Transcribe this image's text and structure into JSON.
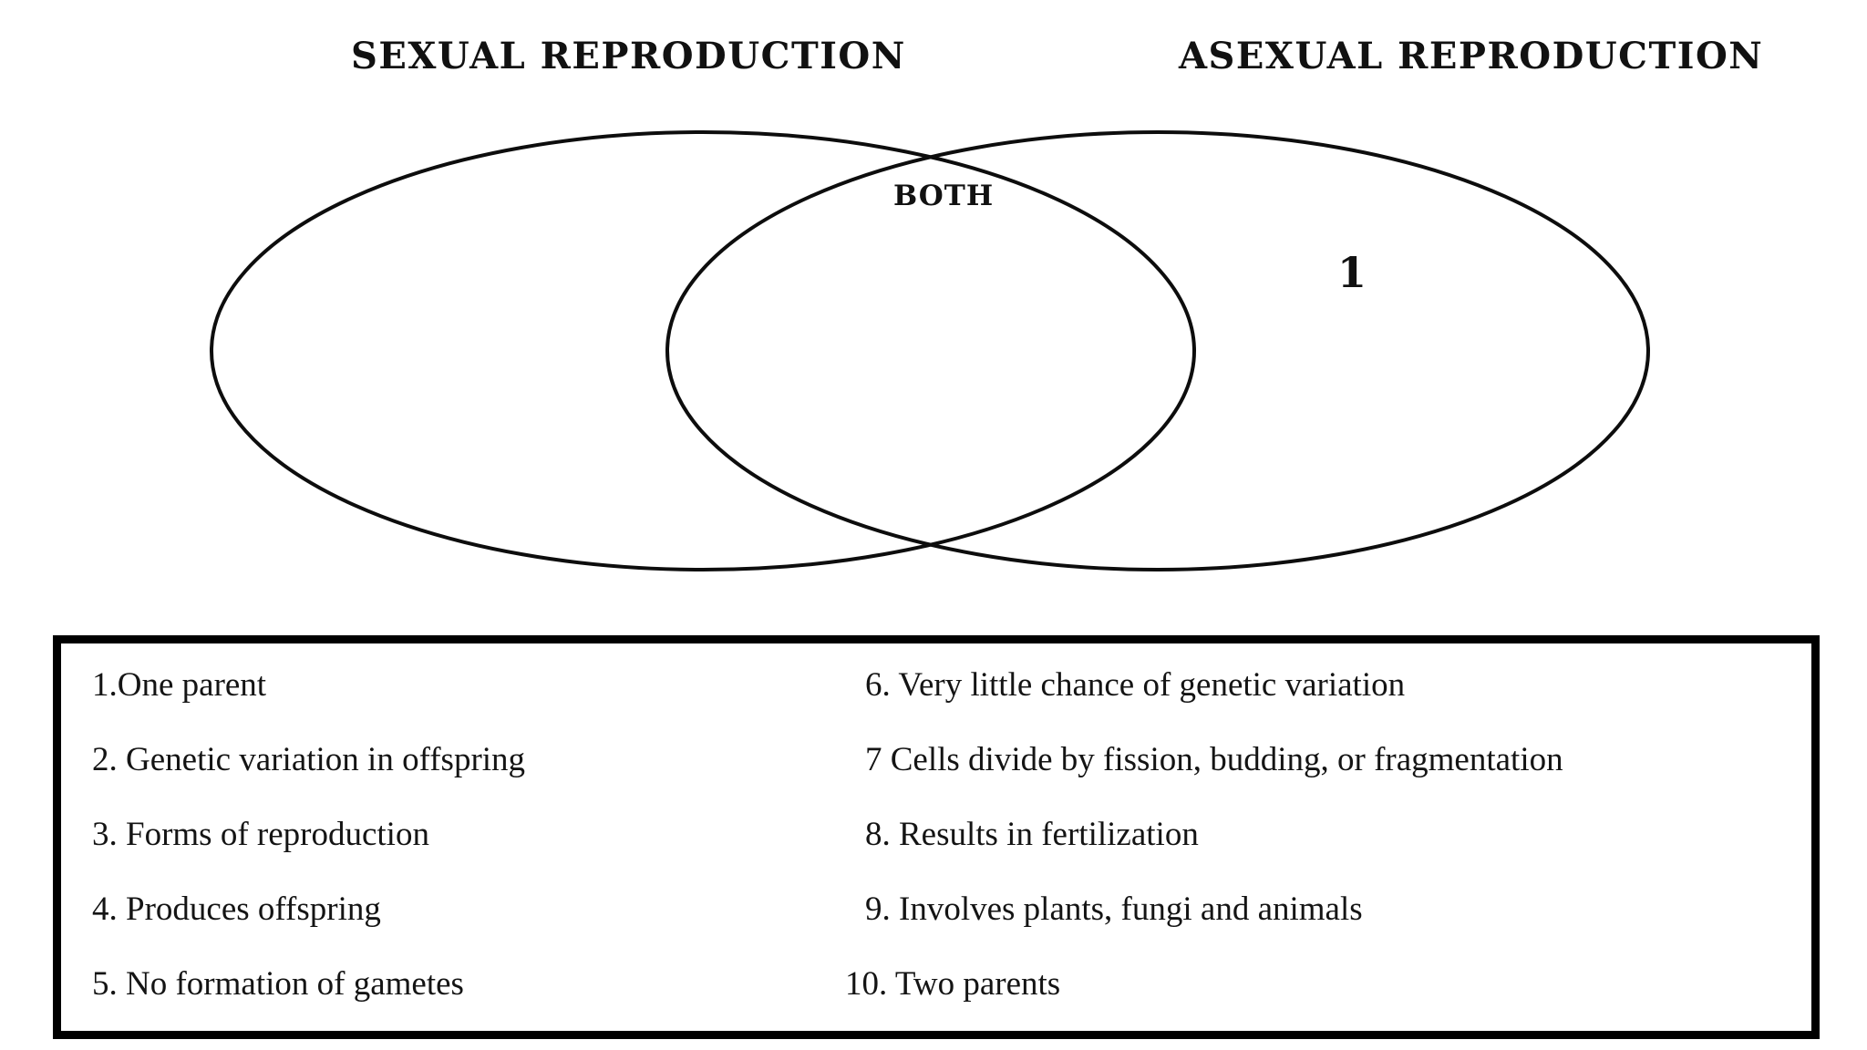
{
  "page": {
    "background_color": "#ffffff",
    "ink_color": "#000000"
  },
  "venn": {
    "left_heading": "SEXUAL REPRODUCTION",
    "right_heading": "ASEXUAL REPRODUCTION",
    "overlap_label": "BOTH",
    "right_region_entry": "1",
    "stroke_color": "#0d0d0d"
  },
  "answer_bank": {
    "border_color": "#000000",
    "left_column": [
      "1.One parent",
      "2. Genetic variation in offspring",
      "3. Forms of reproduction",
      "4. Produces offspring",
      "5. No formation of gametes"
    ],
    "right_column": [
      "6. Very little chance of genetic variation",
      "7 Cells divide by fission, budding, or fragmentation",
      "8. Results in fertilization",
      "9. Involves plants, fungi and animals",
      "10. Two parents"
    ]
  }
}
